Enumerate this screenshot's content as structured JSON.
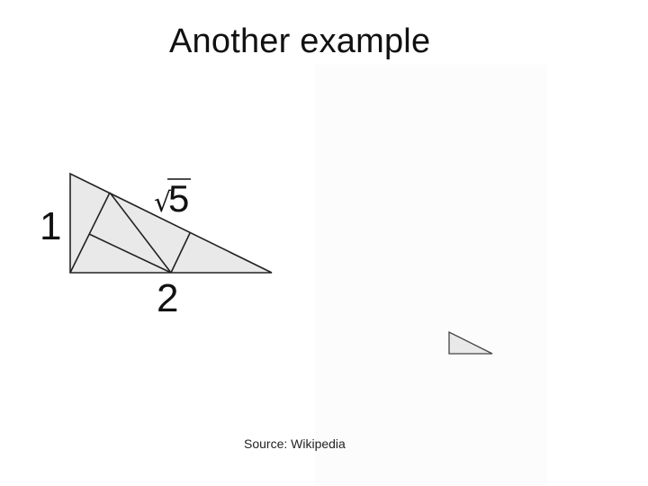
{
  "slide": {
    "title": "Another example",
    "source_caption": "Source: Wikipedia"
  },
  "figure": {
    "label_side_short": "1",
    "label_side_long": "2",
    "label_hypotenuse_radical": "√",
    "label_hypotenuse_value": "5"
  },
  "colors": {
    "triangle_fill": "#e9e9e9",
    "stroke": "#222222",
    "text": "#111111"
  },
  "icons": {
    "figure": "right-triangle-dissection",
    "thumbnail": "small-right-triangle"
  }
}
